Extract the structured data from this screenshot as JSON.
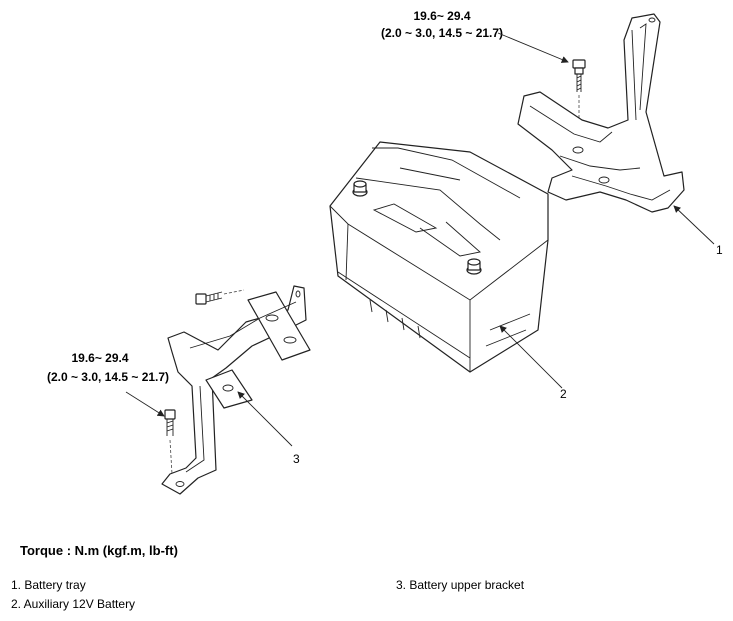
{
  "torque_labels": {
    "upper_right": {
      "value": "19.6~ 29.4",
      "detail": "(2.0 ~ 3.0, 14.5 ~ 21.7)"
    },
    "left": {
      "value": "19.6~ 29.4",
      "detail": "(2.0 ~ 3.0, 14.5 ~ 21.7)"
    }
  },
  "callouts": {
    "c1": "1",
    "c2": "2",
    "c3": "3"
  },
  "torque_heading": "Torque : N.m (kgf.m, lb-ft)",
  "legend": [
    "1. Battery tray",
    "2. Auxiliary 12V Battery",
    "3. Battery upper bracket"
  ]
}
